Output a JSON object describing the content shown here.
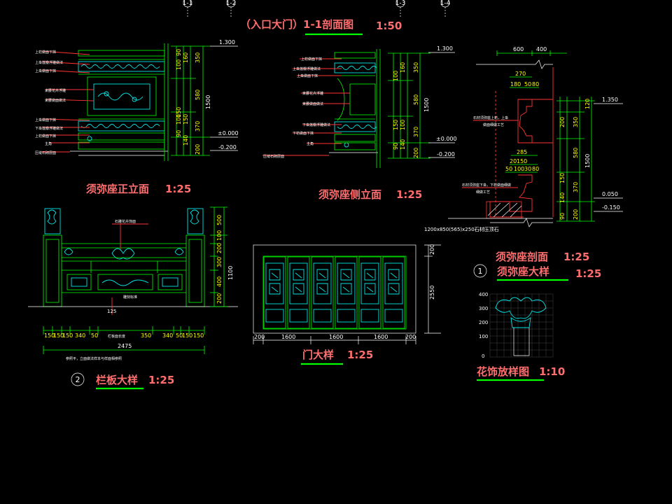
{
  "grid_markers": [
    "1-1",
    "1-2",
    "1-3",
    "1-4"
  ],
  "views": {
    "section_title": {
      "title": "（入口大门）1-1剖面图",
      "scale": "1:50"
    },
    "front_elevation": {
      "title": "须弥座正立面",
      "scale": "1:25",
      "labels": [
        "上枋做面下抹",
        "上枭莲瓣浮雕做法",
        "上枭做面下抹",
        "束腰花卉浮雕",
        "束腰做面做法",
        "上枭做面下抹",
        "下枭莲瓣浮雕做法",
        "上枋做面下抹",
        "主角",
        "压缝石砌层面"
      ],
      "dims": [
        "350",
        "100",
        "160",
        "580",
        "1500",
        "100",
        "150",
        "370",
        "140",
        "200",
        "90",
        "90",
        "150"
      ],
      "levels": [
        "1.300",
        "±0.000",
        "-0.200"
      ]
    },
    "side_elevation": {
      "title": "须弥座侧立面",
      "scale": "1:25",
      "labels": [
        "上枋做面下抹",
        "上枭莲瓣浮雕做法",
        "上枭做面下抹",
        "束腰花卉浮雕",
        "束腰做面做法",
        "下枭莲瓣浮雕做法",
        "下枋做面下抹",
        "主角",
        "压缝石砌层面"
      ],
      "dims": [
        "350",
        "100",
        "160",
        "580",
        "150",
        "370",
        "100",
        "140",
        "200",
        "90",
        "1500"
      ],
      "levels": [
        "1.300",
        "±0.000",
        "-0.200"
      ]
    },
    "pedestal_section": {
      "title": "须弥座剖面",
      "scale": "1:25",
      "top_dims": [
        "600",
        "400",
        "270",
        "180",
        "50",
        "80"
      ],
      "mid_dims": [
        "285",
        "20",
        "150",
        "50",
        "100",
        "30",
        "80"
      ],
      "right_dims": [
        "120",
        "350",
        "200",
        "580",
        "1500",
        "150",
        "370",
        "140",
        "200",
        "90"
      ],
      "levels": [
        "1.350",
        "0.050",
        "-0.150"
      ],
      "notes": [
        "石材须弥座上枋，上枭",
        "做面细做工艺",
        "石材须弥座下枭，下枋做面细做",
        "细做工艺",
        "1200x850(565)x250石材压顶石"
      ]
    },
    "pedestal_detail": {
      "number": "1",
      "title": "须弥座大样",
      "scale": "1:25"
    },
    "railing": {
      "number": "2",
      "title": "栏板大样",
      "scale": "1:25",
      "bottom_dims": [
        "150",
        "150",
        "150",
        "340",
        "50",
        "350",
        "340",
        "50",
        "150",
        "150"
      ],
      "total": "2475",
      "right_dims": [
        "500",
        "100",
        "200",
        "300",
        "1100",
        "400",
        "200"
      ],
      "labels": [
        "石雕花卉饰面",
        "雕刻标准",
        "栏板面长度",
        "参照平，立面做法样本与样面相参照"
      ],
      "center": "125"
    },
    "door": {
      "title": "门大样",
      "scale": "1:25",
      "bottom_dims": [
        "200",
        "1600",
        "1600",
        "1600",
        "200"
      ],
      "right_dims": [
        "200",
        "2550"
      ]
    },
    "ornament": {
      "title": "花饰放样图",
      "scale": "1:10",
      "y_ticks": [
        "400",
        "300",
        "200",
        "100",
        "0"
      ]
    }
  }
}
